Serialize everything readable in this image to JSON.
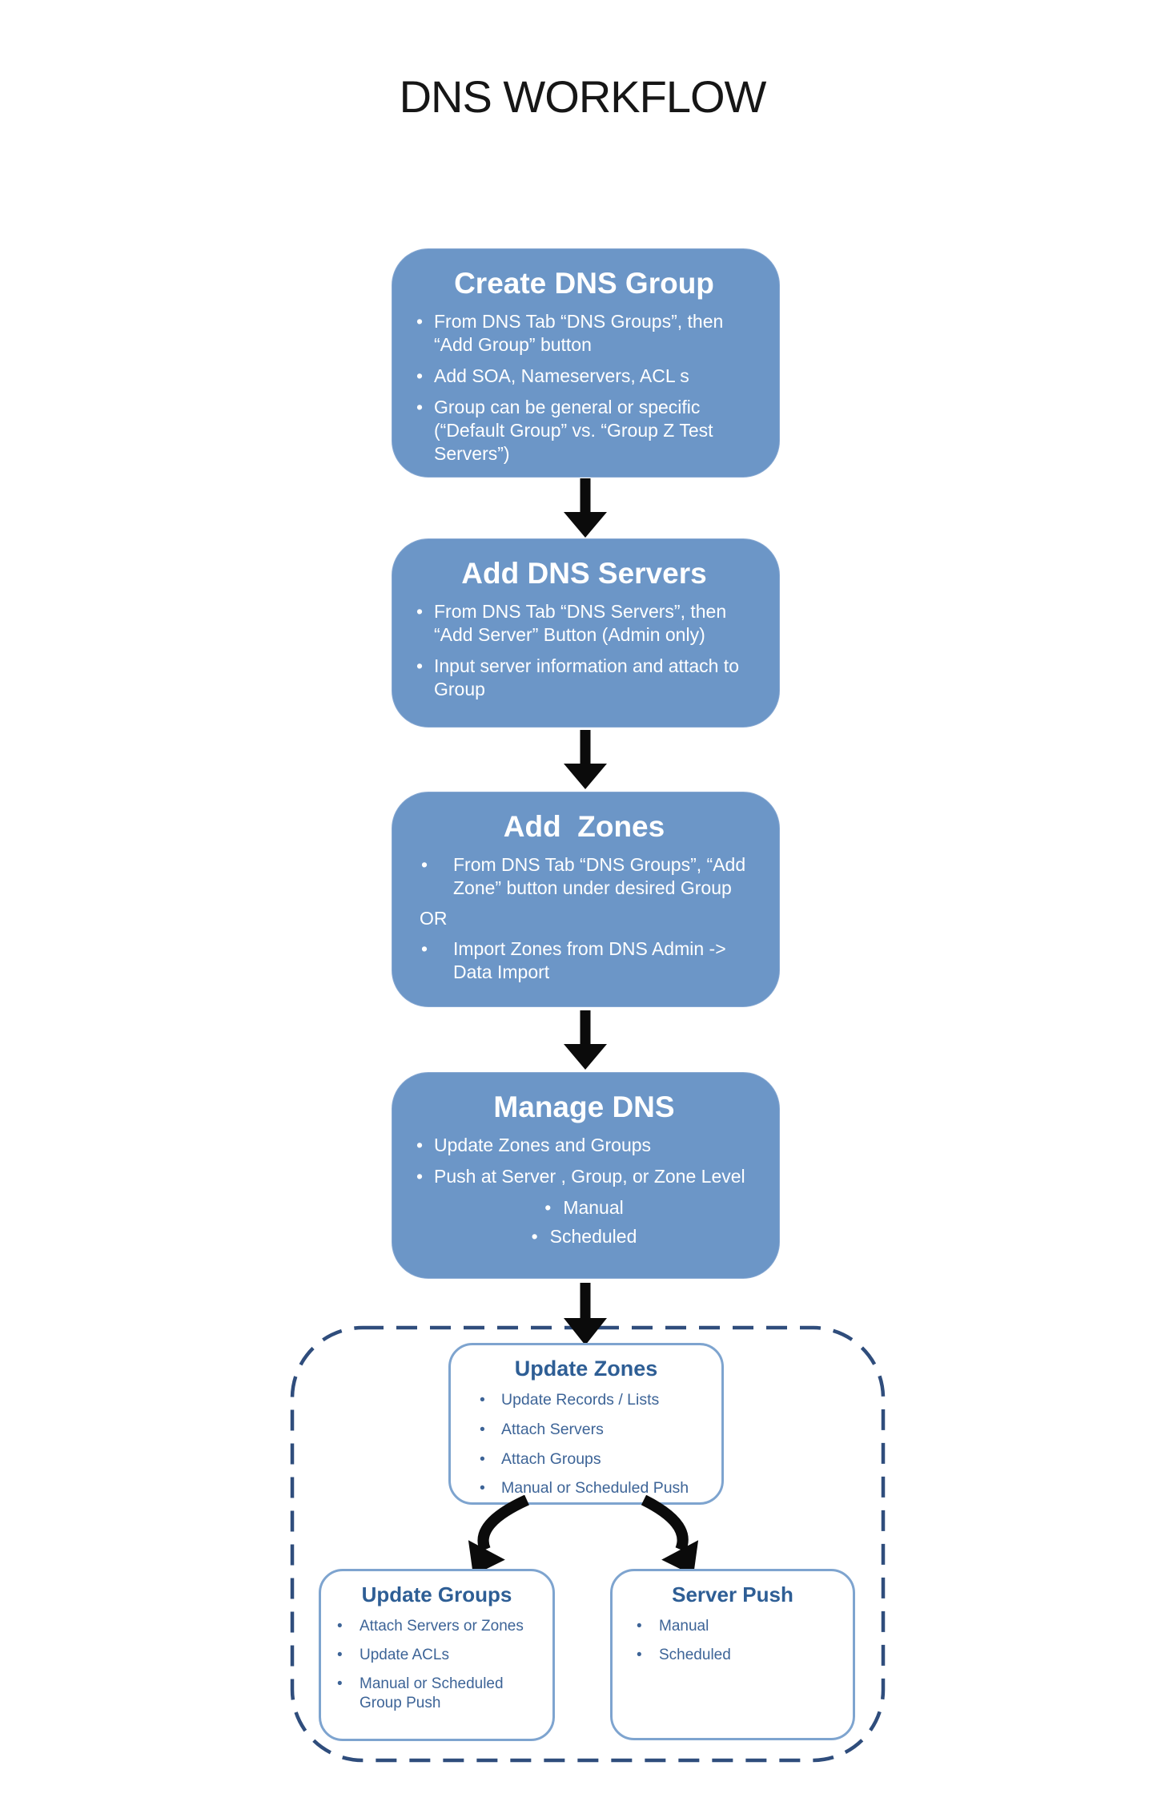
{
  "title": "DNS WORKFLOW",
  "colors": {
    "box_fill": "#6C96C7",
    "box_text": "#ffffff",
    "dashed_border": "#2F4D7C",
    "detail_border": "#7EA4CF",
    "detail_title": "#2E5E95",
    "detail_text": "#3D6497",
    "arrow": "#0b0b0b"
  },
  "flow": {
    "create_group": {
      "title": "Create DNS Group",
      "bullets": [
        "From DNS Tab “DNS Groups”, then “Add Group” button",
        "Add SOA, Nameservers, ACL s",
        "Group can be general or specific (“Default Group” vs. “Group Z Test Servers”)"
      ]
    },
    "add_servers": {
      "title": "Add DNS Servers",
      "bullets": [
        "From DNS Tab “DNS Servers”, then “Add Server” Button (Admin only)",
        "Input server information and attach to Group"
      ]
    },
    "add_zones": {
      "title": "Add  Zones",
      "bullet1": "From DNS Tab “DNS Groups”, “Add Zone” button under desired Group",
      "or_label": "OR",
      "bullet2": "Import Zones from DNS Admin -> Data Import"
    },
    "manage_dns": {
      "title": "Manage DNS",
      "bullets": [
        "Update Zones and Groups",
        "Push at Server , Group, or Zone Level"
      ],
      "sub_bullets": [
        "Manual",
        "Scheduled"
      ]
    }
  },
  "detail": {
    "update_zones": {
      "title": "Update Zones",
      "bullets": [
        "Update Records / Lists",
        "Attach Servers",
        "Attach Groups",
        "Manual or Scheduled Push"
      ]
    },
    "update_groups": {
      "title": "Update Groups",
      "bullets": [
        "Attach Servers or Zones",
        "Update ACLs",
        "Manual or Scheduled Group Push"
      ]
    },
    "server_push": {
      "title": "Server Push",
      "bullets": [
        "Manual",
        "Scheduled"
      ]
    }
  }
}
